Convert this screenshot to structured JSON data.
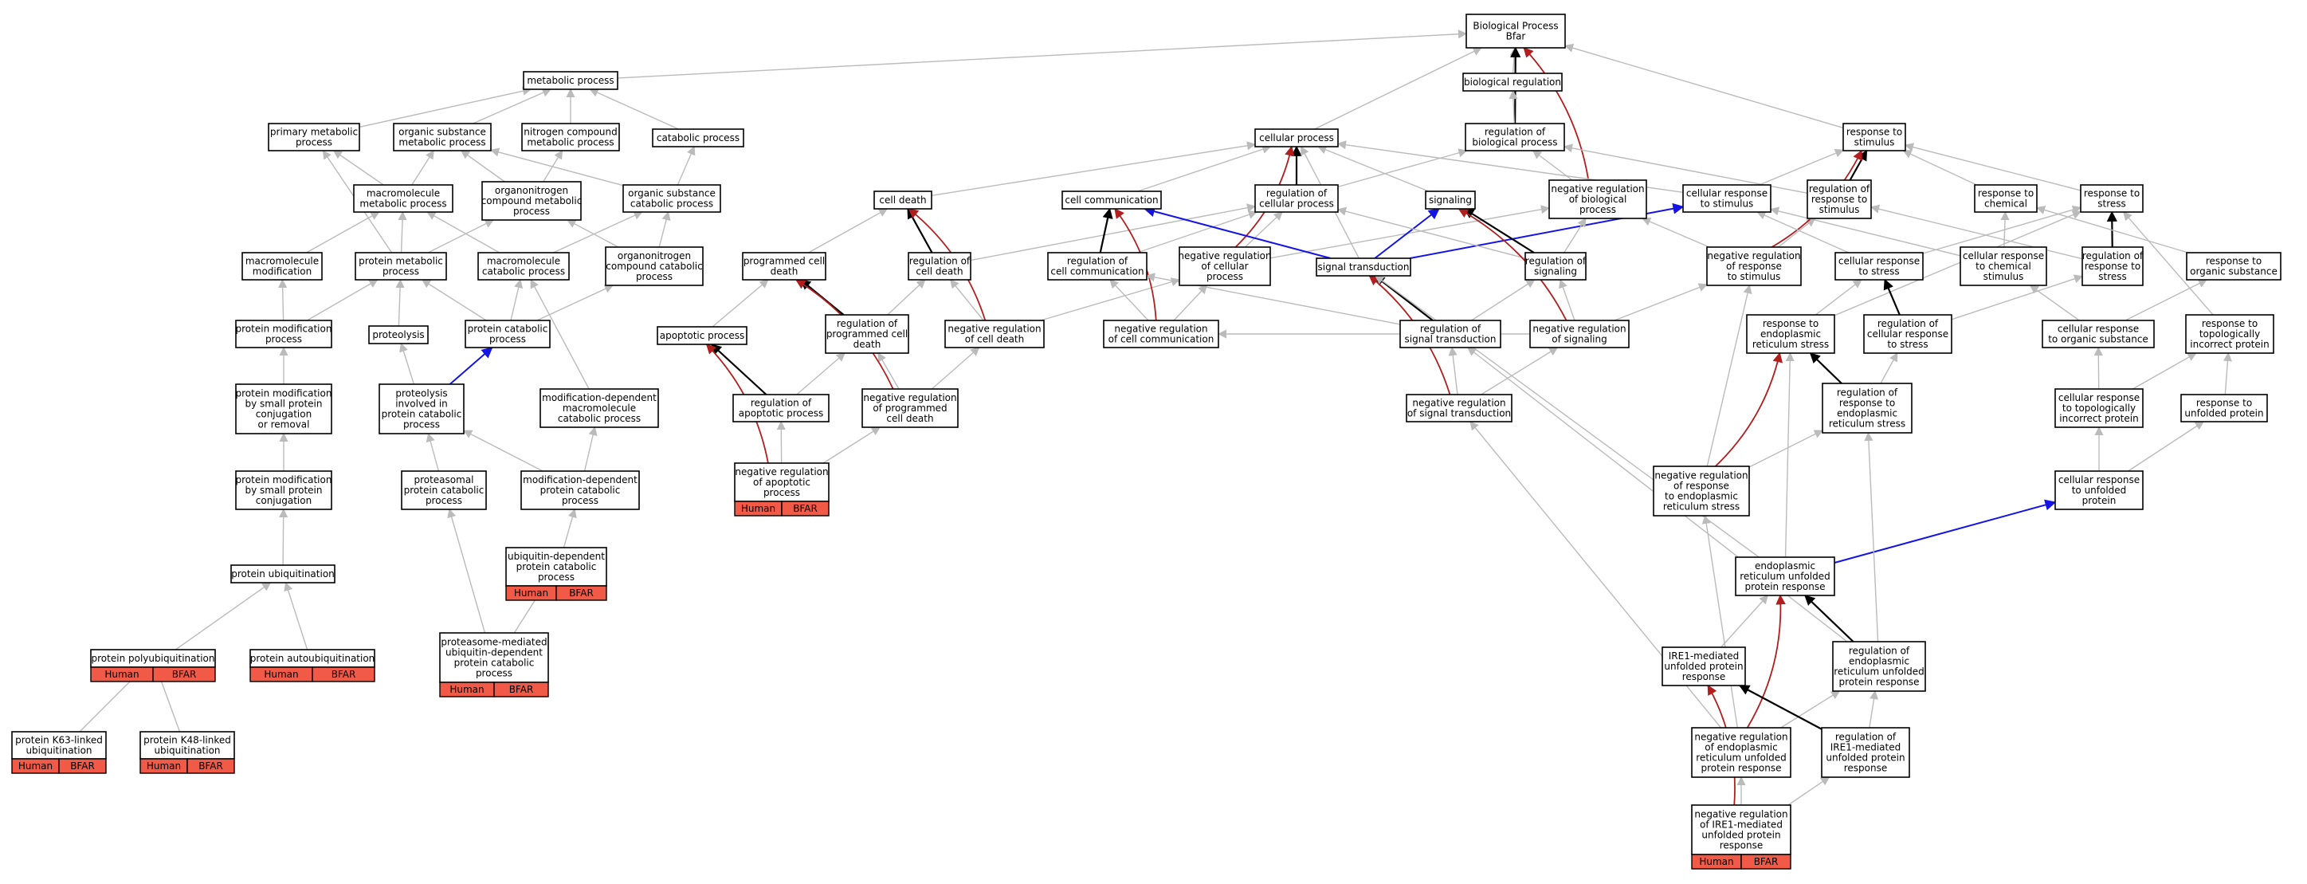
{
  "colors": {
    "is_a": "#bbbbbb",
    "part_of": "#000000",
    "negatively_regulates": "#b21e1e",
    "positively_regulates": "#1414e6",
    "annotation_tag": "#f05a46"
  },
  "nodes": [
    {
      "id": "bp",
      "lines": [
        "Biological Process",
        "Bfar"
      ]
    },
    {
      "id": "metab",
      "lines": [
        "metabolic process"
      ]
    },
    {
      "id": "bioreg",
      "lines": [
        "biological regulation"
      ]
    },
    {
      "id": "primmet",
      "lines": [
        "primary metabolic",
        "process"
      ]
    },
    {
      "id": "orgsub",
      "lines": [
        "organic substance",
        "metabolic process"
      ]
    },
    {
      "id": "nitro",
      "lines": [
        "nitrogen compound",
        "metabolic process"
      ]
    },
    {
      "id": "catab",
      "lines": [
        "catabolic process"
      ]
    },
    {
      "id": "cellproc",
      "lines": [
        "cellular process"
      ]
    },
    {
      "id": "regbio",
      "lines": [
        "regulation of",
        "biological process"
      ]
    },
    {
      "id": "respstim",
      "lines": [
        "response to",
        "stimulus"
      ]
    },
    {
      "id": "macromet",
      "lines": [
        "macromolecule",
        "metabolic process"
      ]
    },
    {
      "id": "orgnitro",
      "lines": [
        "organonitrogen",
        "compound metabolic",
        "process"
      ]
    },
    {
      "id": "orgsubcat",
      "lines": [
        "organic substance",
        "catabolic process"
      ]
    },
    {
      "id": "celldeath",
      "lines": [
        "cell death"
      ]
    },
    {
      "id": "cellcomm",
      "lines": [
        "cell communication"
      ]
    },
    {
      "id": "regcell",
      "lines": [
        "regulation of",
        "cellular process"
      ]
    },
    {
      "id": "signaling",
      "lines": [
        "signaling"
      ]
    },
    {
      "id": "negregbio",
      "lines": [
        "negative regulation",
        "of biological",
        "process"
      ]
    },
    {
      "id": "cellresp",
      "lines": [
        "cellular response",
        "to stimulus"
      ]
    },
    {
      "id": "regrespstim",
      "lines": [
        "regulation of",
        "response to",
        "stimulus"
      ]
    },
    {
      "id": "respchem",
      "lines": [
        "response to",
        "chemical"
      ]
    },
    {
      "id": "respstress",
      "lines": [
        "response to",
        "stress"
      ]
    },
    {
      "id": "macromod",
      "lines": [
        "macromolecule",
        "modification"
      ]
    },
    {
      "id": "protmet",
      "lines": [
        "protein metabolic",
        "process"
      ]
    },
    {
      "id": "macrocat",
      "lines": [
        "macromolecule",
        "catabolic process"
      ]
    },
    {
      "id": "orgnitrocat",
      "lines": [
        "organonitrogen",
        "compound catabolic",
        "process"
      ]
    },
    {
      "id": "pcd",
      "lines": [
        "programmed cell",
        "death"
      ]
    },
    {
      "id": "regcelldeath",
      "lines": [
        "regulation of",
        "cell death"
      ]
    },
    {
      "id": "regcellcomm",
      "lines": [
        "regulation of",
        "cell communication"
      ]
    },
    {
      "id": "negregcell",
      "lines": [
        "negative regulation",
        "of cellular",
        "process"
      ]
    },
    {
      "id": "sigtrans",
      "lines": [
        "signal transduction"
      ]
    },
    {
      "id": "regsig",
      "lines": [
        "regulation of",
        "signaling"
      ]
    },
    {
      "id": "negregresp",
      "lines": [
        "negative regulation",
        "of response",
        "to stimulus"
      ]
    },
    {
      "id": "cellrespstress",
      "lines": [
        "cellular response",
        "to stress"
      ]
    },
    {
      "id": "cellrespchem",
      "lines": [
        "cellular response",
        "to chemical",
        "stimulus"
      ]
    },
    {
      "id": "regrespstress",
      "lines": [
        "regulation of",
        "response to",
        "stress"
      ]
    },
    {
      "id": "resporg",
      "lines": [
        "response to",
        "organic substance"
      ]
    },
    {
      "id": "protmodproc",
      "lines": [
        "protein modification",
        "process"
      ]
    },
    {
      "id": "proteolysis",
      "lines": [
        "proteolysis"
      ]
    },
    {
      "id": "protcat",
      "lines": [
        "protein catabolic",
        "process"
      ]
    },
    {
      "id": "apoptotic",
      "lines": [
        "apoptotic process"
      ]
    },
    {
      "id": "regpcd",
      "lines": [
        "regulation of",
        "programmed cell",
        "death"
      ]
    },
    {
      "id": "negregcelldeath",
      "lines": [
        "negative regulation",
        "of cell death"
      ]
    },
    {
      "id": "negregcellcomm",
      "lines": [
        "negative regulation",
        "of cell communication"
      ]
    },
    {
      "id": "regsigtrans",
      "lines": [
        "regulation of",
        "signal transduction"
      ]
    },
    {
      "id": "negregsig",
      "lines": [
        "negative regulation",
        "of signaling"
      ]
    },
    {
      "id": "resper",
      "lines": [
        "response to",
        "endoplasmic",
        "reticulum stress"
      ]
    },
    {
      "id": "regcellrespstress",
      "lines": [
        "regulation of",
        "cellular response",
        "to stress"
      ]
    },
    {
      "id": "cellresporg",
      "lines": [
        "cellular response",
        "to organic substance"
      ]
    },
    {
      "id": "resptopo",
      "lines": [
        "response to",
        "topologically",
        "incorrect protein"
      ]
    },
    {
      "id": "protmodsmall",
      "lines": [
        "protein modification",
        "by small protein",
        "conjugation",
        "or removal"
      ]
    },
    {
      "id": "proteolysisinv",
      "lines": [
        "proteolysis",
        "involved in",
        "protein catabolic",
        "process"
      ]
    },
    {
      "id": "moddepmacro",
      "lines": [
        "modification-dependent",
        "macromolecule",
        "catabolic process"
      ]
    },
    {
      "id": "regapop",
      "lines": [
        "regulation of",
        "apoptotic process"
      ]
    },
    {
      "id": "negregpcd",
      "lines": [
        "negative regulation",
        "of programmed",
        "cell death"
      ]
    },
    {
      "id": "negregsigtrans",
      "lines": [
        "negative regulation",
        "of signal transduction"
      ]
    },
    {
      "id": "regresper",
      "lines": [
        "regulation of",
        "response to",
        "endoplasmic",
        "reticulum stress"
      ]
    },
    {
      "id": "cellresptopo",
      "lines": [
        "cellular response",
        "to topologically",
        "incorrect protein"
      ]
    },
    {
      "id": "respunf",
      "lines": [
        "response to",
        "unfolded protein"
      ]
    },
    {
      "id": "protmodconj",
      "lines": [
        "protein modification",
        "by small protein",
        "conjugation"
      ]
    },
    {
      "id": "proteasomal",
      "lines": [
        "proteasomal",
        "protein catabolic",
        "process"
      ]
    },
    {
      "id": "moddepprot",
      "lines": [
        "modification-dependent",
        "protein catabolic",
        "process"
      ]
    },
    {
      "id": "negregapop",
      "lines": [
        "negative regulation",
        "of apoptotic",
        "process"
      ],
      "tags": [
        "Human",
        "BFAR"
      ]
    },
    {
      "id": "negregresper",
      "lines": [
        "negative regulation",
        "of response",
        "to endoplasmic",
        "reticulum stress"
      ]
    },
    {
      "id": "cellrespunf",
      "lines": [
        "cellular response",
        "to unfolded",
        "protein"
      ]
    },
    {
      "id": "ubiqdep",
      "lines": [
        "ubiquitin-dependent",
        "protein catabolic",
        "process"
      ],
      "tags": [
        "Human",
        "BFAR"
      ]
    },
    {
      "id": "protubiq",
      "lines": [
        "protein ubiquitination"
      ]
    },
    {
      "id": "upr",
      "lines": [
        "endoplasmic",
        "reticulum unfolded",
        "protein response"
      ]
    },
    {
      "id": "polyubiq",
      "lines": [
        "protein polyubiquitination"
      ],
      "tags": [
        "Human",
        "BFAR"
      ]
    },
    {
      "id": "autoubiq",
      "lines": [
        "protein autoubiquitination"
      ],
      "tags": [
        "Human",
        "BFAR"
      ]
    },
    {
      "id": "proteasomemed",
      "lines": [
        "proteasome-mediated",
        "ubiquitin-dependent",
        "protein catabolic",
        "process"
      ],
      "tags": [
        "Human",
        "BFAR"
      ]
    },
    {
      "id": "ire1",
      "lines": [
        "IRE1-mediated",
        "unfolded protein",
        "response"
      ]
    },
    {
      "id": "regupr",
      "lines": [
        "regulation of",
        "endoplasmic",
        "reticulum unfolded",
        "protein response"
      ]
    },
    {
      "id": "k63",
      "lines": [
        "protein K63-linked",
        "ubiquitination"
      ],
      "tags": [
        "Human",
        "BFAR"
      ]
    },
    {
      "id": "k48",
      "lines": [
        "protein K48-linked",
        "ubiquitination"
      ],
      "tags": [
        "Human",
        "BFAR"
      ]
    },
    {
      "id": "negregupr",
      "lines": [
        "negative regulation",
        "of endoplasmic",
        "reticulum unfolded",
        "protein response"
      ]
    },
    {
      "id": "regire1",
      "lines": [
        "regulation of",
        "IRE1-mediated",
        "unfolded protein",
        "response"
      ]
    },
    {
      "id": "negregire1",
      "lines": [
        "negative regulation",
        "of IRE1-mediated",
        "unfolded protein",
        "response"
      ],
      "tags": [
        "Human",
        "BFAR"
      ]
    }
  ],
  "edges": [
    [
      "metab",
      "bp",
      "gray"
    ],
    [
      "bioreg",
      "bp",
      "gray"
    ],
    [
      "cellproc",
      "bp",
      "gray"
    ],
    [
      "regbio",
      "bp",
      "black"
    ],
    [
      "respstim",
      "bp",
      "gray"
    ],
    [
      "negregbio",
      "bp",
      "red"
    ],
    [
      "regbio",
      "bioreg",
      "gray"
    ],
    [
      "primmet",
      "metab",
      "gray"
    ],
    [
      "orgsub",
      "metab",
      "gray"
    ],
    [
      "nitro",
      "metab",
      "gray"
    ],
    [
      "catab",
      "metab",
      "gray"
    ],
    [
      "macromet",
      "primmet",
      "gray"
    ],
    [
      "macromet",
      "orgsub",
      "gray"
    ],
    [
      "orgnitro",
      "orgsub",
      "gray"
    ],
    [
      "orgnitro",
      "nitro",
      "gray"
    ],
    [
      "orgsubcat",
      "orgsub",
      "gray"
    ],
    [
      "orgsubcat",
      "catab",
      "gray"
    ],
    [
      "protmet",
      "primmet",
      "gray"
    ],
    [
      "protmet",
      "macromet",
      "gray"
    ],
    [
      "protmet",
      "orgnitro",
      "gray"
    ],
    [
      "macromod",
      "macromet",
      "gray"
    ],
    [
      "macrocat",
      "macromet",
      "gray"
    ],
    [
      "macrocat",
      "orgsubcat",
      "gray"
    ],
    [
      "orgnitrocat",
      "orgnitro",
      "gray"
    ],
    [
      "orgnitrocat",
      "orgsubcat",
      "gray"
    ],
    [
      "protmodproc",
      "macromod",
      "gray"
    ],
    [
      "protmodproc",
      "protmet",
      "gray"
    ],
    [
      "proteolysis",
      "protmet",
      "gray"
    ],
    [
      "protcat",
      "protmet",
      "gray"
    ],
    [
      "protcat",
      "macrocat",
      "gray"
    ],
    [
      "protcat",
      "orgnitrocat",
      "gray"
    ],
    [
      "protmodsmall",
      "protmodproc",
      "gray"
    ],
    [
      "proteolysisinv",
      "proteolysis",
      "gray"
    ],
    [
      "proteolysisinv",
      "protcat",
      "blue"
    ],
    [
      "moddepmacro",
      "macrocat",
      "gray"
    ],
    [
      "protmodconj",
      "protmodsmall",
      "gray"
    ],
    [
      "proteasomal",
      "proteolysisinv",
      "gray"
    ],
    [
      "moddepprot",
      "proteolysisinv",
      "gray"
    ],
    [
      "moddepprot",
      "moddepmacro",
      "gray"
    ],
    [
      "ubiqdep",
      "moddepprot",
      "gray"
    ],
    [
      "protubiq",
      "protmodconj",
      "gray"
    ],
    [
      "polyubiq",
      "protubiq",
      "gray"
    ],
    [
      "autoubiq",
      "protubiq",
      "gray"
    ],
    [
      "proteasomemed",
      "proteasomal",
      "gray"
    ],
    [
      "proteasomemed",
      "ubiqdep",
      "gray"
    ],
    [
      "k63",
      "polyubiq",
      "gray"
    ],
    [
      "k48",
      "polyubiq",
      "gray"
    ],
    [
      "celldeath",
      "cellproc",
      "gray"
    ],
    [
      "cellcomm",
      "cellproc",
      "gray"
    ],
    [
      "regcell",
      "cellproc",
      "black"
    ],
    [
      "regcell",
      "regbio",
      "gray"
    ],
    [
      "signaling",
      "cellproc",
      "gray"
    ],
    [
      "negregbio",
      "regbio",
      "gray"
    ],
    [
      "cellresp",
      "cellproc",
      "gray"
    ],
    [
      "cellresp",
      "respstim",
      "gray"
    ],
    [
      "regrespstim",
      "respstim",
      "black"
    ],
    [
      "regrespstim",
      "regbio",
      "gray"
    ],
    [
      "respchem",
      "respstim",
      "gray"
    ],
    [
      "respstress",
      "respstim",
      "gray"
    ],
    [
      "pcd",
      "celldeath",
      "gray"
    ],
    [
      "regcelldeath",
      "celldeath",
      "black"
    ],
    [
      "regcelldeath",
      "regcell",
      "gray"
    ],
    [
      "regcellcomm",
      "cellcomm",
      "black"
    ],
    [
      "regcellcomm",
      "regcell",
      "gray"
    ],
    [
      "negregcell",
      "regcell",
      "gray"
    ],
    [
      "negregcell",
      "cellproc",
      "red"
    ],
    [
      "negregcell",
      "negregbio",
      "gray"
    ],
    [
      "sigtrans",
      "signaling",
      "blue"
    ],
    [
      "sigtrans",
      "cellcomm",
      "blue"
    ],
    [
      "sigtrans",
      "cellresp",
      "blue"
    ],
    [
      "sigtrans",
      "cellproc",
      "gray"
    ],
    [
      "regsig",
      "signaling",
      "black"
    ],
    [
      "regsig",
      "regcell",
      "gray"
    ],
    [
      "regsig",
      "negregbio",
      "gray"
    ],
    [
      "negregresp",
      "regrespstim",
      "gray"
    ],
    [
      "negregresp",
      "respstim",
      "red"
    ],
    [
      "negregresp",
      "negregbio",
      "gray"
    ],
    [
      "cellrespstress",
      "respstress",
      "gray"
    ],
    [
      "cellrespstress",
      "cellresp",
      "gray"
    ],
    [
      "cellrespchem",
      "respchem",
      "gray"
    ],
    [
      "cellrespchem",
      "cellresp",
      "gray"
    ],
    [
      "regrespstress",
      "respstress",
      "black"
    ],
    [
      "regrespstress",
      "regrespstim",
      "gray"
    ],
    [
      "resporg",
      "respchem",
      "gray"
    ],
    [
      "apoptotic",
      "pcd",
      "gray"
    ],
    [
      "regpcd",
      "pcd",
      "black"
    ],
    [
      "regpcd",
      "regcelldeath",
      "gray"
    ],
    [
      "negregcelldeath",
      "regcelldeath",
      "gray"
    ],
    [
      "negregcelldeath",
      "celldeath",
      "red"
    ],
    [
      "negregcelldeath",
      "negregcell",
      "gray"
    ],
    [
      "negregcellcomm",
      "regcellcomm",
      "gray"
    ],
    [
      "negregcellcomm",
      "cellcomm",
      "red"
    ],
    [
      "negregcellcomm",
      "negregcell",
      "gray"
    ],
    [
      "regsigtrans",
      "sigtrans",
      "black"
    ],
    [
      "regsigtrans",
      "regsig",
      "gray"
    ],
    [
      "regsigtrans",
      "regcellcomm",
      "gray"
    ],
    [
      "negregsig",
      "regsig",
      "gray"
    ],
    [
      "negregsig",
      "signaling",
      "red"
    ],
    [
      "negregsig",
      "negregcellcomm",
      "gray"
    ],
    [
      "negregsig",
      "negregresp",
      "gray"
    ],
    [
      "resper",
      "respstress",
      "gray"
    ],
    [
      "resper",
      "cellrespstress",
      "gray"
    ],
    [
      "regcellrespstress",
      "cellrespstress",
      "black"
    ],
    [
      "regcellrespstress",
      "regrespstress",
      "gray"
    ],
    [
      "cellresporg",
      "resporg",
      "gray"
    ],
    [
      "cellresporg",
      "cellrespchem",
      "gray"
    ],
    [
      "resptopo",
      "respstress",
      "gray"
    ],
    [
      "regapop",
      "apoptotic",
      "black"
    ],
    [
      "regapop",
      "regpcd",
      "gray"
    ],
    [
      "negregpcd",
      "regpcd",
      "gray"
    ],
    [
      "negregpcd",
      "pcd",
      "red"
    ],
    [
      "negregpcd",
      "negregcelldeath",
      "gray"
    ],
    [
      "negregsigtrans",
      "regsigtrans",
      "gray"
    ],
    [
      "negregsigtrans",
      "sigtrans",
      "red"
    ],
    [
      "negregsigtrans",
      "negregsig",
      "gray"
    ],
    [
      "regresper",
      "resper",
      "black"
    ],
    [
      "regresper",
      "regcellrespstress",
      "gray"
    ],
    [
      "cellresptopo",
      "resptopo",
      "gray"
    ],
    [
      "cellresptopo",
      "cellresporg",
      "gray"
    ],
    [
      "respunf",
      "resptopo",
      "gray"
    ],
    [
      "negregapop",
      "regapop",
      "gray"
    ],
    [
      "negregapop",
      "apoptotic",
      "red"
    ],
    [
      "negregapop",
      "negregpcd",
      "gray"
    ],
    [
      "negregresper",
      "regresper",
      "gray"
    ],
    [
      "negregresper",
      "resper",
      "red"
    ],
    [
      "negregresper",
      "negregresp",
      "gray"
    ],
    [
      "cellrespunf",
      "cellresptopo",
      "gray"
    ],
    [
      "cellrespunf",
      "respunf",
      "gray"
    ],
    [
      "upr",
      "resper",
      "gray"
    ],
    [
      "upr",
      "cellrespunf",
      "blue"
    ],
    [
      "upr",
      "sigtrans",
      "gray"
    ],
    [
      "ire1",
      "upr",
      "gray"
    ],
    [
      "regupr",
      "upr",
      "black"
    ],
    [
      "regupr",
      "regresper",
      "gray"
    ],
    [
      "regupr",
      "regsigtrans",
      "gray"
    ],
    [
      "negregupr",
      "regupr",
      "gray"
    ],
    [
      "negregupr",
      "upr",
      "red"
    ],
    [
      "negregupr",
      "negregresper",
      "gray"
    ],
    [
      "negregupr",
      "negregsigtrans",
      "gray"
    ],
    [
      "regire1",
      "ire1",
      "black"
    ],
    [
      "regire1",
      "regupr",
      "gray"
    ],
    [
      "negregire1",
      "regire1",
      "gray"
    ],
    [
      "negregire1",
      "ire1",
      "red"
    ],
    [
      "negregire1",
      "negregupr",
      "gray"
    ]
  ]
}
